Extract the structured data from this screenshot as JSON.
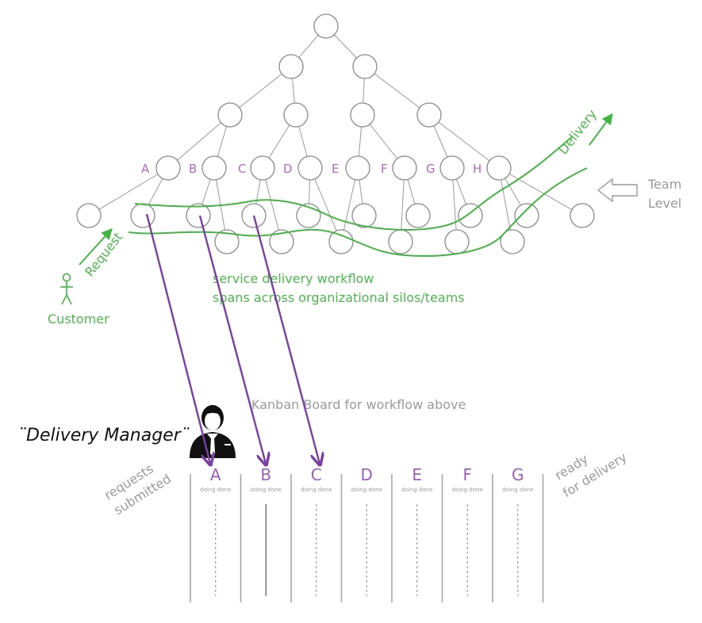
{
  "team_letters": [
    "A",
    "B",
    "C",
    "D",
    "E",
    "F",
    "G",
    "H"
  ],
  "team_level_label": [
    "Team",
    "Level"
  ],
  "delivery_label": "Delivery",
  "request_label": "Request",
  "customer_label": "Customer",
  "workflow_caption": [
    "service delivery workflow",
    "spans across organizational silos/teams"
  ],
  "board_title": "Kanban Board for workflow above",
  "delivery_manager_label": "¨Delivery Manager¨",
  "requests_submitted_label": [
    "requests",
    "submitted"
  ],
  "ready_for_delivery_label": [
    "ready",
    "for delivery"
  ],
  "board_columns": [
    {
      "letter": "A",
      "doing": "doing",
      "done": "done"
    },
    {
      "letter": "B",
      "doing": "doing",
      "done": "done"
    },
    {
      "letter": "C",
      "doing": "doing",
      "done": "done"
    },
    {
      "letter": "D",
      "doing": "doing",
      "done": "done"
    },
    {
      "letter": "E",
      "doing": "doing",
      "done": "done"
    },
    {
      "letter": "F",
      "doing": "doing",
      "done": "done"
    },
    {
      "letter": "G",
      "doing": "doing",
      "done": "done"
    }
  ],
  "colors": {
    "green": "#44b544",
    "purple": "#7a3fa0",
    "team_letter": "#b06ac0",
    "gray": "#9a9a9a"
  },
  "icons": [
    "customer-stick-figure-icon",
    "team-level-arrow-icon",
    "delivery-manager-icon"
  ]
}
